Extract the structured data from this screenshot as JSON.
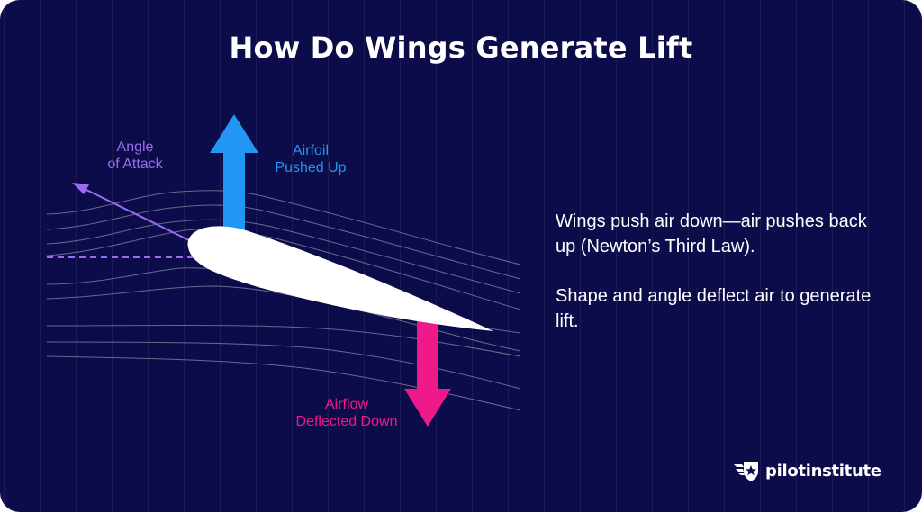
{
  "title": "How Do Wings Generate Lift",
  "labels": {
    "angle_of_attack": [
      "Angle",
      "of Attack"
    ],
    "airfoil_pushed_up": [
      "Airfoil",
      "Pushed Up"
    ],
    "airflow_deflected_down": [
      "Airflow",
      "Deflected Down"
    ]
  },
  "description": [
    "Wings push air down—air pushes back up (Newton’s Third Law).",
    "Shape and angle deflect air to generate lift."
  ],
  "brand": {
    "name": "pilotinstitute",
    "icon": "pilot-wings-star-icon"
  },
  "colors": {
    "background": "#0d0c4a",
    "angle_of_attack": "#9b6cf2",
    "lift_arrow": "#2196f3",
    "downwash_arrow": "#ee1a8a",
    "airfoil": "#ffffff"
  }
}
